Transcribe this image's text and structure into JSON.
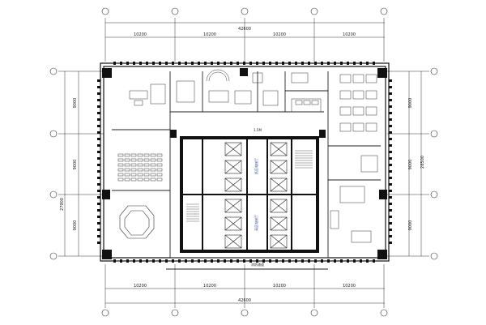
{
  "dimensions": {
    "top_total": "42600",
    "top_segments": [
      "10200",
      "10200",
      "10200",
      "10200"
    ],
    "bottom_total": "42600",
    "bottom_segments": [
      "10200",
      "10200",
      "10200",
      "10200"
    ],
    "left_total": "27900",
    "left_segments": [
      "9000",
      "9000",
      "9000"
    ],
    "right_total": "28500",
    "right_segments": [
      "9000",
      "9000",
      "9000"
    ]
  },
  "labels": {
    "corridor_width": "1.5M",
    "low_zone_elevators": "低区电梯厅",
    "high_zone_elevators": "高区电梯厅",
    "exit_corridor": "消防通道"
  },
  "colors": {
    "wall": "#111111",
    "line": "#333333",
    "elevator_label": "#3355aa",
    "background": "#ffffff"
  }
}
